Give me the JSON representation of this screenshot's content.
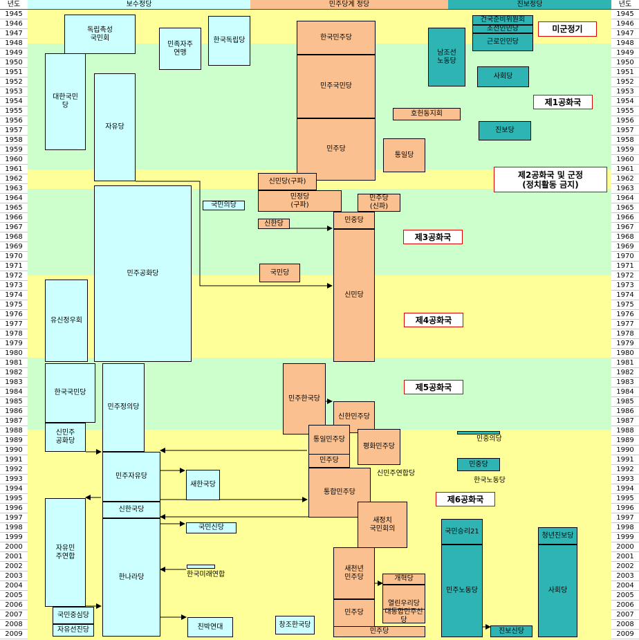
{
  "year_label": "년도",
  "years": [
    "1945",
    "1946",
    "1947",
    "1948",
    "1949",
    "1950",
    "1951",
    "1952",
    "1953",
    "1954",
    "1955",
    "1956",
    "1957",
    "1958",
    "1959",
    "1960",
    "1961",
    "1962",
    "1963",
    "1964",
    "1965",
    "1966",
    "1967",
    "1968",
    "1969",
    "1970",
    "1971",
    "1972",
    "1973",
    "1974",
    "1975",
    "1976",
    "1977",
    "1978",
    "1979",
    "1980",
    "1981",
    "1982",
    "1983",
    "1984",
    "1985",
    "1986",
    "1987",
    "1988",
    "1989",
    "1990",
    "1991",
    "1992",
    "1993",
    "1994",
    "1995",
    "1996",
    "1997",
    "1998",
    "1999",
    "2000",
    "2001",
    "2002",
    "2003",
    "2004",
    "2005",
    "2006",
    "2007",
    "2008",
    "2009"
  ],
  "headers": {
    "conservative": "보수정당",
    "democratic": "민주당계 정당",
    "progressive": "진보정당"
  },
  "colors": {
    "yellow": "#ffff99",
    "green": "#ccffcc",
    "blue_party": "#ccffff",
    "orange_party": "#fac090",
    "teal_party": "#2fb4b4",
    "period_border": "#e00000"
  },
  "periods": [
    {
      "id": "military",
      "text": "미군정기"
    },
    {
      "id": "republic1",
      "text": "제1공화국"
    },
    {
      "id": "republic2",
      "text": "제2공화국 및 군정\n(정치활동 금지)"
    },
    {
      "id": "republic3",
      "text": "제3공화국"
    },
    {
      "id": "republic4",
      "text": "제4공화국"
    },
    {
      "id": "republic5",
      "text": "제5공화국"
    },
    {
      "id": "republic6",
      "text": "제6공화국"
    }
  ],
  "parties": [
    {
      "id": "dongnip",
      "text": "독립촉성\n국민회"
    },
    {
      "id": "minjok",
      "text": "민족자주\n연맹"
    },
    {
      "id": "hankukdongnip",
      "text": "한국독립당"
    },
    {
      "id": "daehan",
      "text": "대한국민\n당"
    },
    {
      "id": "jayu",
      "text": "자유당"
    },
    {
      "id": "hanminju",
      "text": "한국민주당"
    },
    {
      "id": "minjukukmin",
      "text": "민주국민당"
    },
    {
      "id": "minju1",
      "text": "민주당"
    },
    {
      "id": "geonguk",
      "text": "건국준비위원회"
    },
    {
      "id": "joseonin",
      "text": "조선인민당"
    },
    {
      "id": "nodong",
      "text": "남조선\n노동당"
    },
    {
      "id": "geunro",
      "text": "근로인민당"
    },
    {
      "id": "sahoe1",
      "text": "사회당"
    },
    {
      "id": "hoheon",
      "text": "호헌동지회"
    },
    {
      "id": "jinbo",
      "text": "진보당"
    },
    {
      "id": "tongil",
      "text": "통일당"
    },
    {
      "id": "sinmin_gu",
      "text": "신민당(구파)"
    },
    {
      "id": "minjeong",
      "text": "민정당\n(구파)"
    },
    {
      "id": "minju_sin",
      "text": "민주당\n(신파)"
    },
    {
      "id": "minjugonghwa",
      "text": "민주공화당"
    },
    {
      "id": "kukminui",
      "text": "국민의당"
    },
    {
      "id": "sinhan",
      "text": "신한당"
    },
    {
      "id": "minjung",
      "text": "민중당"
    },
    {
      "id": "kukmin1",
      "text": "국민당"
    },
    {
      "id": "sinmin",
      "text": "신민당"
    },
    {
      "id": "yusin",
      "text": "유신정우회"
    },
    {
      "id": "hankukmin",
      "text": "한국국민당"
    },
    {
      "id": "minjujeongui",
      "text": "민주정의당"
    },
    {
      "id": "minjuhankuk",
      "text": "민주한국당"
    },
    {
      "id": "sinhanminju",
      "text": "신한민주당"
    },
    {
      "id": "sinminju",
      "text": "신민주\n공화당"
    },
    {
      "id": "tongilminju",
      "text": "통일민주당"
    },
    {
      "id": "pyeonghwa",
      "text": "평화민주당"
    },
    {
      "id": "minju2",
      "text": "민주당"
    },
    {
      "id": "minjujayu",
      "text": "민주자유당"
    },
    {
      "id": "saehan",
      "text": "새한국당"
    },
    {
      "id": "tonghap",
      "text": "통합민주당"
    },
    {
      "id": "sinhankuk",
      "text": "신한국당"
    },
    {
      "id": "jaseontong",
      "text": "자유민\n주연합"
    },
    {
      "id": "saejeongchi",
      "text": "새정치\n국민회의"
    },
    {
      "id": "kukminsin",
      "text": "국민신당"
    },
    {
      "id": "hannara",
      "text": "한나라당"
    },
    {
      "id": "saecheonnyeon",
      "text": "새천년\n민주당"
    },
    {
      "id": "gaehyeok",
      "text": "개혁당"
    },
    {
      "id": "minju3",
      "text": "민주당"
    },
    {
      "id": "yeollin",
      "text": "열린우리당"
    },
    {
      "id": "daetonghap",
      "text": "대통합민주신당"
    },
    {
      "id": "minju4",
      "text": "민주당"
    },
    {
      "id": "kukminjungsim",
      "text": "국민중심당"
    },
    {
      "id": "jayuseonjin",
      "text": "자유선진당"
    },
    {
      "id": "chinbak",
      "text": "친박연대"
    },
    {
      "id": "changjo",
      "text": "창조한국당"
    },
    {
      "id": "kukminseungri",
      "text": "국민승리21"
    },
    {
      "id": "minjunodong",
      "text": "민주노동당"
    },
    {
      "id": "cheongnyeon",
      "text": "청년진보당"
    },
    {
      "id": "sahoe2",
      "text": "사회당"
    },
    {
      "id": "jinboshin",
      "text": "진보신당"
    },
    {
      "id": "minjungui",
      "text": ""
    },
    {
      "id": "minjungdang2",
      "text": "민중당"
    },
    {
      "id": "hanmirae",
      "text": ""
    }
  ],
  "labels": {
    "minjungui": "민중의당",
    "hankuknodong": "한국노동당",
    "sinminjuyeonhap": "신민주연합당",
    "hanmirae": "한국미래연합"
  }
}
